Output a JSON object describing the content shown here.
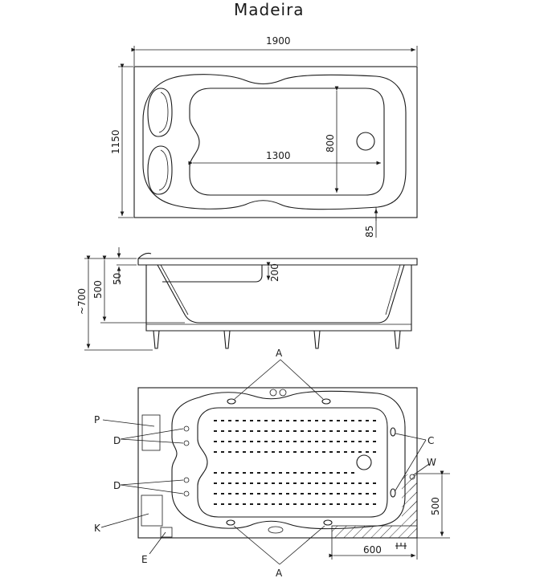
{
  "title": "Madeira",
  "top_view": {
    "dim_length": "1900",
    "dim_width": "1150",
    "dim_inner_length": "1300",
    "dim_inner_width": "800",
    "dim_rim": "85"
  },
  "side_view": {
    "dim_total_height": "~700",
    "dim_height": "500",
    "dim_rim_height": "50",
    "dim_step": "200"
  },
  "plan_view": {
    "label_A_top": "A",
    "label_A_bottom": "A",
    "label_P": "P",
    "label_D_upper": "D",
    "label_D_lower": "D",
    "label_K": "K",
    "label_E": "E",
    "label_C": "C",
    "label_W": "W",
    "dim_service_height": "500",
    "dim_service_width": "600"
  }
}
